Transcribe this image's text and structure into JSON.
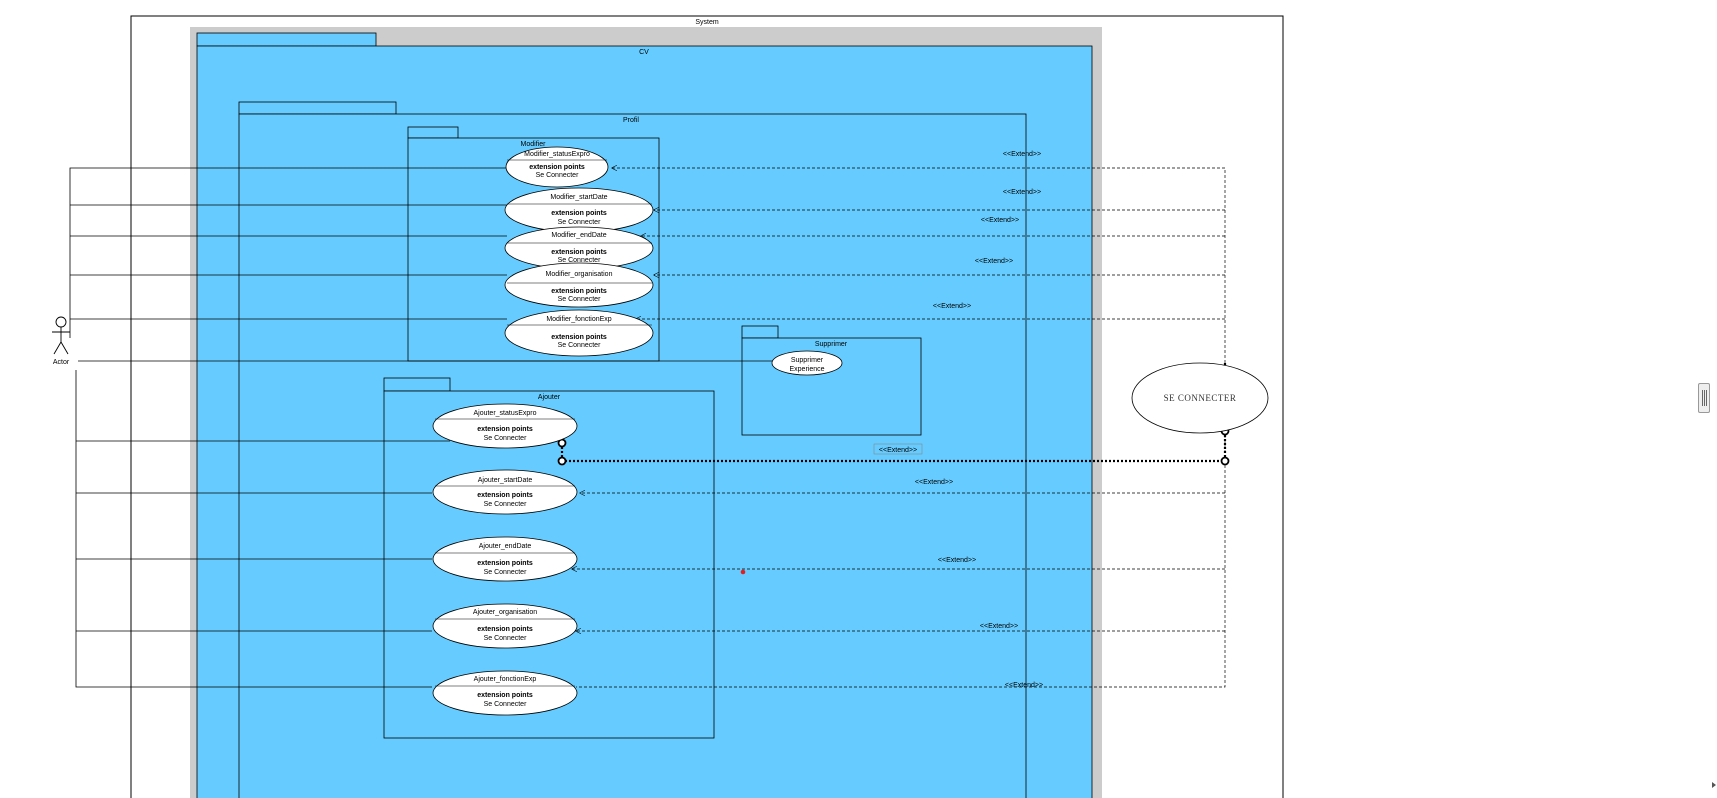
{
  "frames": {
    "system": "System",
    "cv": "CV",
    "profil": "Profil",
    "modifier": "Modifier",
    "ajouter": "Ajouter",
    "supprimer": "Supprimer"
  },
  "actor": {
    "label": "Actor"
  },
  "extension_title": "extension points",
  "extension_point": "Se Connecter",
  "extend_label": "<<Extend>>",
  "modifier_cases": [
    "Modifier_statusExpro",
    "Modifier_startDate",
    "Modifier_endDate",
    "Modifier_organisation",
    "Modifier_fonctionExp"
  ],
  "ajouter_cases": [
    "Ajouter_statusExpro",
    "Ajouter_startDate",
    "Ajouter_endDate",
    "Ajouter_organisation",
    "Ajouter_fonctionExp"
  ],
  "supprimer_case": {
    "line1": "Supprimer",
    "line2": "Experience"
  },
  "se_connecter": "SE CONNECTER",
  "colors": {
    "package_fill": "#66ccff",
    "cv_outer": "#cccccc",
    "ellipse_fill": "#ffffff",
    "line": "#000000",
    "selection_dot": "#e02020"
  }
}
